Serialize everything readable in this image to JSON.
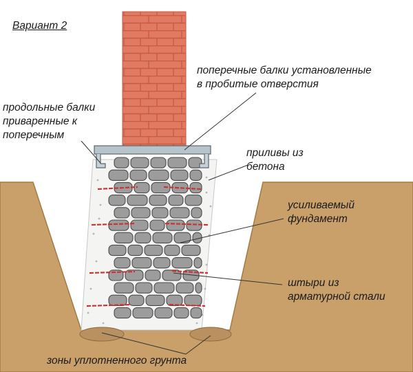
{
  "title": "Вариант 2",
  "labels": {
    "cross_beams": [
      "поперечные балки установленные",
      "в пробитые отверстия"
    ],
    "long_beams": [
      "продольные балки",
      "приваренные к",
      "поперечным"
    ],
    "concrete": [
      "приливы из",
      "бетона"
    ],
    "foundation": [
      "усиливаемый",
      "фундамент"
    ],
    "pins": [
      "штыри из",
      "арматурной стали"
    ],
    "zones": "зоны уплотненного грунта"
  },
  "colors": {
    "soil": "#c9a06a",
    "soil_edge": "#a27a44",
    "concrete": "#f4f4f2",
    "stone": "#9c9c9c",
    "stone_edge": "#4a4a4a",
    "brick": "#e07a60",
    "mortar": "#c95a43",
    "beam": "#b8c4cc",
    "rebar": "#cc3333",
    "leader": "#333333"
  }
}
